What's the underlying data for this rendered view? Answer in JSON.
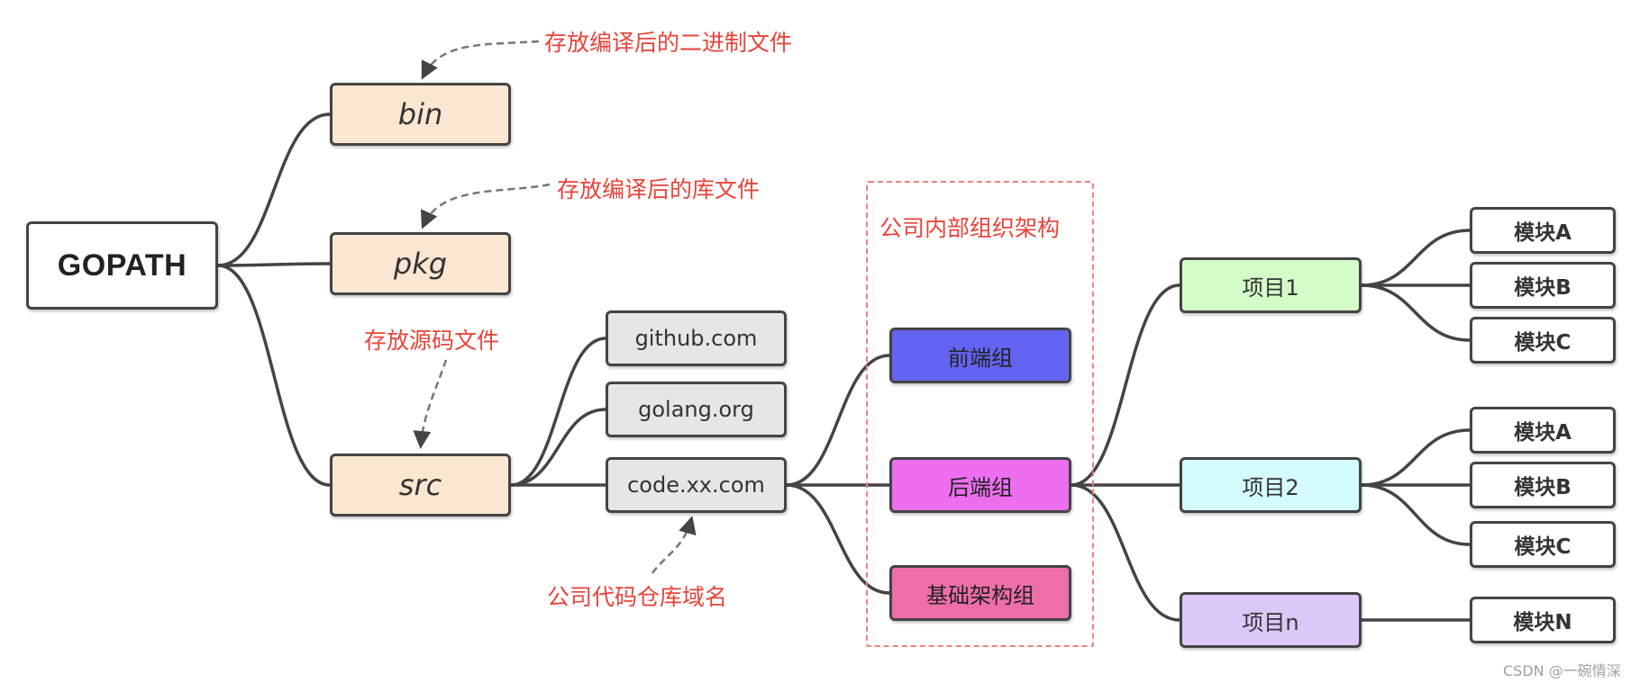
{
  "root": {
    "label": "GOPATH"
  },
  "dirs": [
    {
      "label": "bin"
    },
    {
      "label": "pkg"
    },
    {
      "label": "src"
    }
  ],
  "domains": [
    {
      "label": "github.com"
    },
    {
      "label": "golang.org"
    },
    {
      "label": "code.xx.com"
    }
  ],
  "groups": [
    {
      "label": "前端组",
      "color": "#6464f2"
    },
    {
      "label": "后端组",
      "color": "#ee6ef0"
    },
    {
      "label": "基础架构组",
      "color": "#ee6eaa"
    }
  ],
  "projects": [
    {
      "label": "项目1",
      "color": "#d4fcc8"
    },
    {
      "label": "项目2",
      "color": "#d4fcfc"
    },
    {
      "label": "项目n",
      "color": "#dcc8f8"
    }
  ],
  "modules": [
    {
      "label": "模块A"
    },
    {
      "label": "模块B"
    },
    {
      "label": "模块C"
    },
    {
      "label": "模块A"
    },
    {
      "label": "模块B"
    },
    {
      "label": "模块C"
    },
    {
      "label": "模块N"
    }
  ],
  "annotations": {
    "bin_note": "存放编译后的二进制文件",
    "pkg_note": "存放编译后的库文件",
    "src_note": "存放源码文件",
    "domain_note": "公司代码仓库域名",
    "org_note": "公司内部组织架构"
  },
  "watermark": "CSDN @一碗情深",
  "colors": {
    "annotation": "#e8443a",
    "dir_fill": "#fbe6d2",
    "domain_fill": "#e6e6e6",
    "border": "#444444"
  }
}
